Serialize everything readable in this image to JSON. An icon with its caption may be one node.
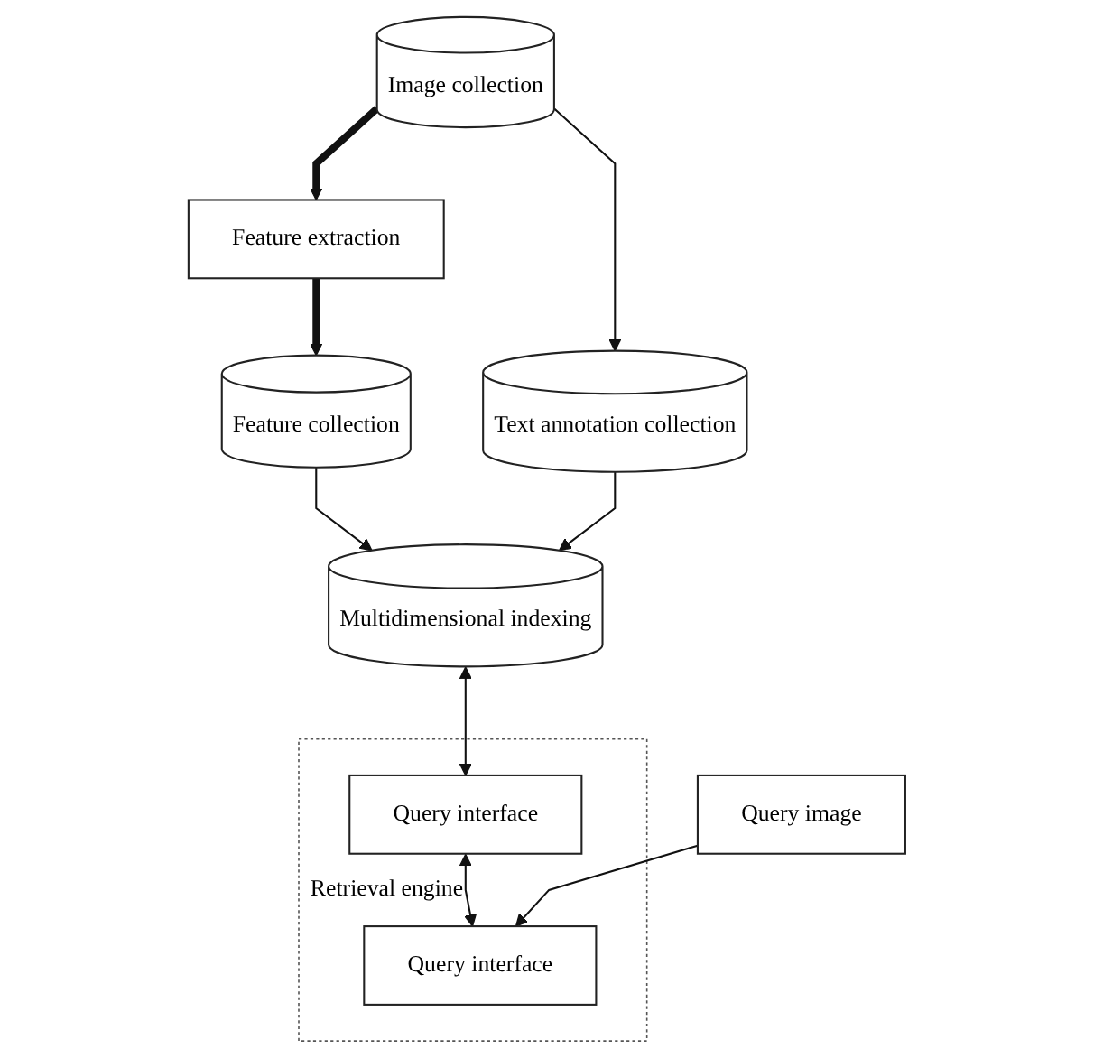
{
  "diagram": {
    "nodes": [
      {
        "text": [
          "Feature extraction"
        ]
      },
      {
        "text": [
          "Image collection"
        ]
      },
      {
        "text": [
          "Feature collection"
        ]
      },
      {
        "text": [
          "Text annotation collection"
        ]
      },
      {
        "text": [
          "Multidimensional indexing"
        ]
      },
      {
        "text": [
          "Retrieval engine"
        ]
      },
      {
        "text": [
          "Query interface"
        ],
        "in": 5
      },
      {
        "text": [
          "Query interface"
        ],
        "in": 5
      },
      {
        "text": [
          "Query image"
        ]
      }
    ],
    "edges": [
      {
        "from": 1,
        "to": 0,
        "arrow": "to",
        "style": "thick"
      },
      {
        "from": 0,
        "to": 2,
        "arrow": "to",
        "style": "thick"
      },
      {
        "from": 1,
        "to": 3,
        "arrow": "to"
      },
      {
        "from": 2,
        "to": 4,
        "arrow": "to"
      },
      {
        "from": 3,
        "to": 4,
        "arrow": "to"
      },
      {
        "from": 4,
        "to": 6,
        "arrow": "both"
      },
      {
        "from": 6,
        "to": 7,
        "arrow": "both"
      },
      {
        "from": 8,
        "to": 7,
        "arrow": "to"
      }
    ]
  }
}
